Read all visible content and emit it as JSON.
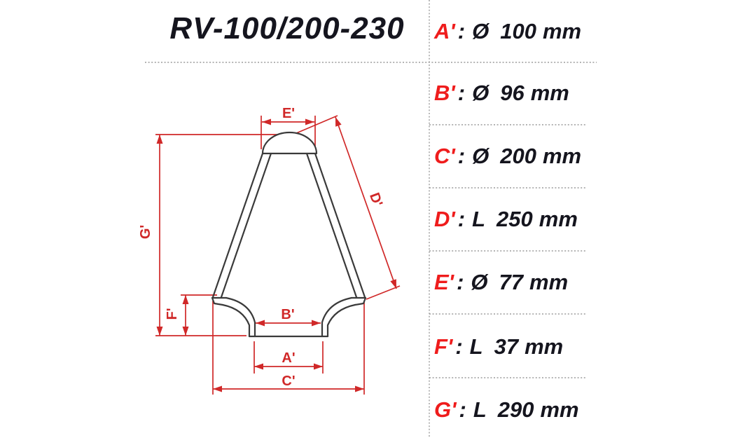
{
  "title": "RV-100/200-230",
  "spec_table": {
    "rows": [
      {
        "label": "A'",
        "colon": ":",
        "symbol": "Ø",
        "value": "100",
        "unit": "mm"
      },
      {
        "label": "B'",
        "colon": ":",
        "symbol": "Ø",
        "value": "96",
        "unit": "mm"
      },
      {
        "label": "C'",
        "colon": ":",
        "symbol": "Ø",
        "value": "200",
        "unit": "mm"
      },
      {
        "label": "D'",
        "colon": ":",
        "symbol": "L",
        "value": "250",
        "unit": "mm"
      },
      {
        "label": "E'",
        "colon": ":",
        "symbol": "Ø",
        "value": "77",
        "unit": "mm"
      },
      {
        "label": "F'",
        "colon": ":",
        "symbol": "L",
        "value": "37",
        "unit": "mm"
      },
      {
        "label": "G'",
        "colon": ":",
        "symbol": "L",
        "value": "290",
        "unit": "mm"
      }
    ]
  },
  "diagram": {
    "labels": {
      "a": "A'",
      "b": "B'",
      "c": "C'",
      "d": "D'",
      "e": "E'",
      "f": "F'",
      "g": "G'"
    }
  },
  "colors": {
    "accent_red": "#d02828",
    "label_red": "#ef1c1c",
    "ink": "#15151e",
    "drawing_line": "#3a3a3a",
    "divider_gray": "#9c9c9c"
  }
}
